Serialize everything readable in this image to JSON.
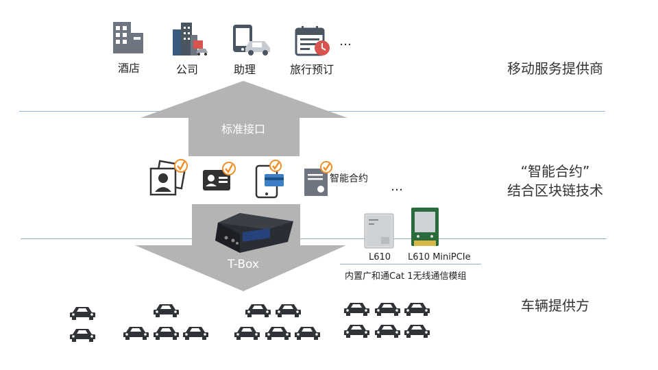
{
  "providers": {
    "items": [
      {
        "label": "酒店",
        "icon": "hotel-icon"
      },
      {
        "label": "公司",
        "icon": "company-icon"
      },
      {
        "label": "助理",
        "icon": "assistant-icon"
      },
      {
        "label": "旅行预订",
        "icon": "travel-booking-icon"
      }
    ],
    "ellipsis": "…",
    "layer_label": "移动服务提供商"
  },
  "up_arrow": {
    "label": "标准接口"
  },
  "contract": {
    "layer_label_line1": "“智能合约”",
    "layer_label_line2": "结合区块链技术",
    "document_label": "智能合约",
    "ellipsis": "…",
    "icons": [
      "photo-id-verified-icon",
      "id-card-verified-icon",
      "mobile-payment-verified-icon",
      "certificate-verified-icon"
    ]
  },
  "down_arrow": {
    "label": "T-Box"
  },
  "modules": {
    "items": [
      {
        "label": "L610",
        "icon": "lga-module-icon"
      },
      {
        "label": "L610 MiniPCIe",
        "icon": "minipcie-module-icon"
      }
    ],
    "caption": "内置广和通Cat 1无线通信模组"
  },
  "vehicles": {
    "layer_label": "车辆提供方"
  },
  "colors": {
    "arrow": "#b4b4b4",
    "separator": "#8eb4d6",
    "check": "#f0902a",
    "icon_dark": "#4a5562",
    "icon_blue": "#3d7fc4"
  }
}
